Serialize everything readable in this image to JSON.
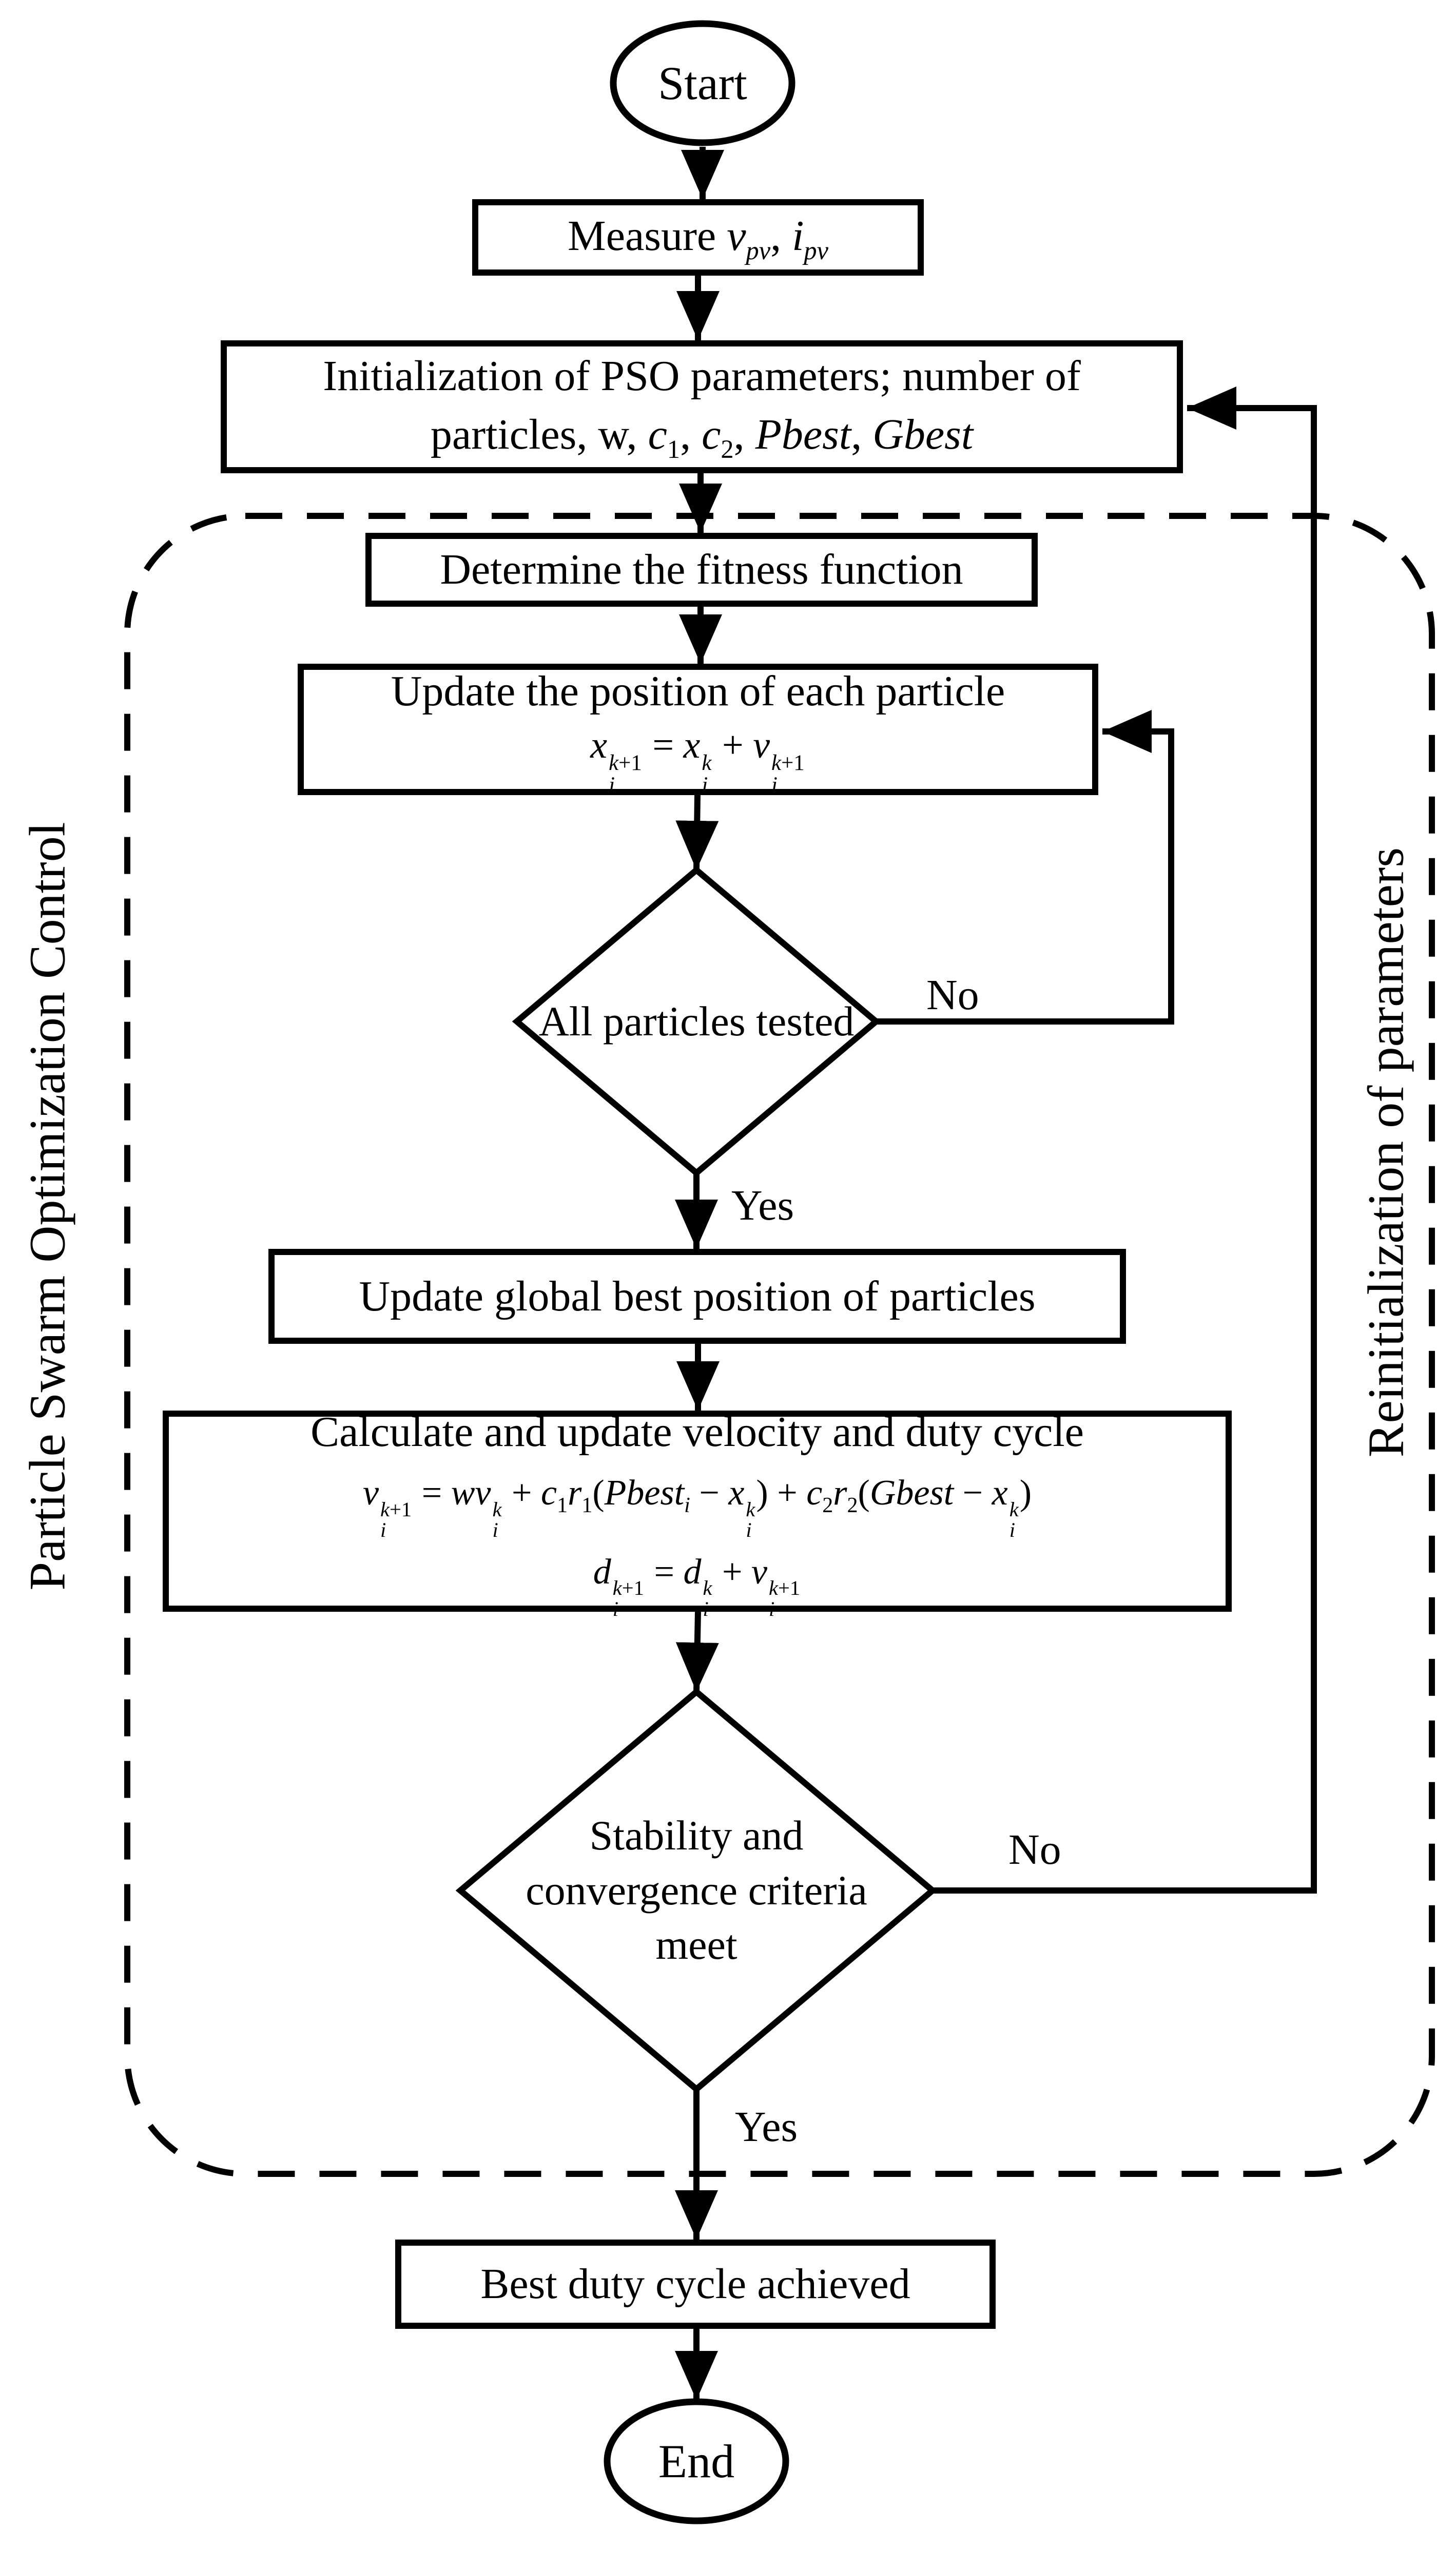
{
  "diagram": {
    "colors": {
      "line": "#000000",
      "background": "#ffffff"
    },
    "nodes": {
      "start": "Start",
      "measure": "Measure *v*_{*pv*}, *i*_{*pv*}",
      "init_line1": "Initialization of PSO parameters; number of",
      "init_line2": "particles, w, *c*_{1}, *c*_{2}, *Pbest*, *Gbest*",
      "fitness": "Determine the fitness function",
      "update_position_line1": "Update the position of each particle",
      "update_position_formula": "*x*_{*i*}^{*k*+1} = *x*_{*i*}^{*k*} + *v*_{*i*}^{*k*+1}",
      "all_tested": "All particles tested",
      "update_global": "Update global best position of particles",
      "calc_line1": "Calculate and update velocity and duty cycle",
      "calc_formula1": "*v*_{*i*}^{*k*+1} = *wv*_{*i*}^{*k*} + *c*_{1}*r*_{1}(*Pbest*_{*i*} − *x*_{*i*}^{*k*}) + *c*_{2}*r*_{2}(*Gbest* − *x*_{*i*}^{*k*})",
      "calc_formula2": "*d*_{*i*}^{*k*+1} = *d*_{*i*}^{*k*} + *v*_{*i*}^{*k*+1}",
      "stability": "Stability and convergence criteria meet",
      "best_duty": "Best duty cycle achieved",
      "end": "End"
    },
    "edge_labels": {
      "all_tested_no": "No",
      "all_tested_yes": "Yes",
      "stability_no": "No",
      "stability_yes": "Yes"
    },
    "region_labels": {
      "left": "Particle Swarm Optimization Control",
      "right": "Reinitialization of parameters"
    }
  }
}
